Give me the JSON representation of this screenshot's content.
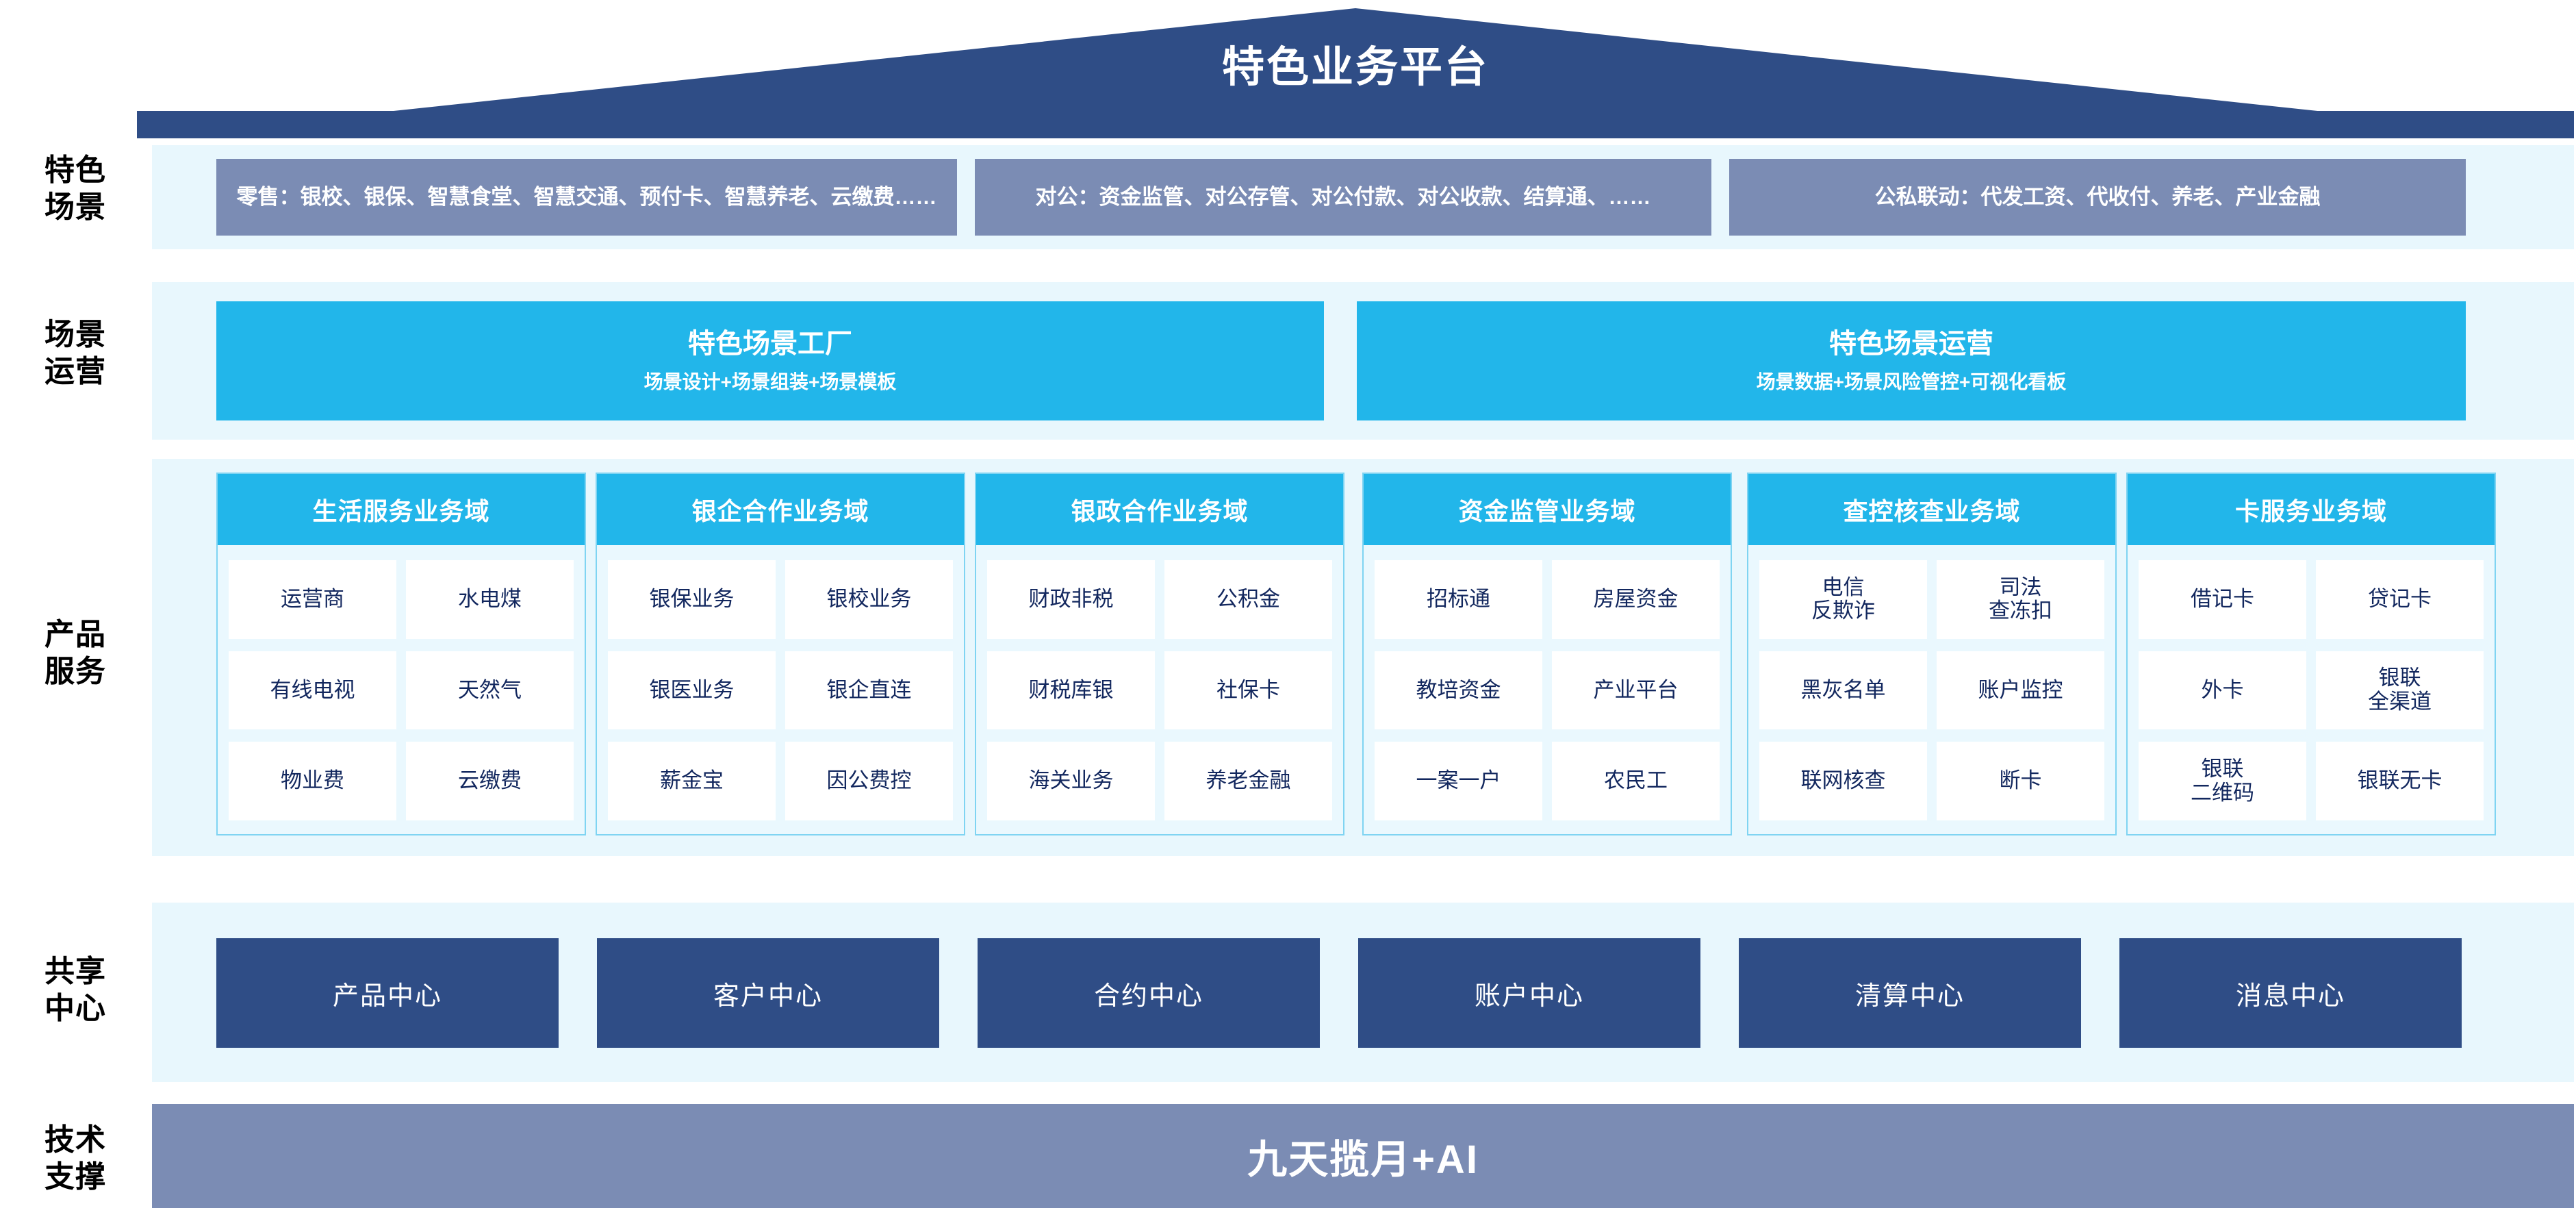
{
  "title": "特色业务平台",
  "row_labels": {
    "scenario": "特色\n场景",
    "operation": "场景\n运营",
    "product": "产品\n服务",
    "shared": "共享\n中心",
    "tech": "技术\n支撑"
  },
  "scenarios": [
    {
      "text": "零售：银校、银保、智慧食堂、智慧交通、预付卡、智慧养老、云缴费……"
    },
    {
      "text": "对公：资金监管、对公存管、对公付款、对公收款、结算通、……"
    },
    {
      "text": "公私联动：代发工资、代收付、养老、产业金融"
    }
  ],
  "operations": [
    {
      "title": "特色场景工厂",
      "subtitle": "场景设计+场景组装+场景模板"
    },
    {
      "title": "特色场景运营",
      "subtitle": "场景数据+场景风险管控+可视化看板"
    }
  ],
  "domains": [
    {
      "name": "生活服务业务域",
      "items": [
        "运营商",
        "水电煤",
        "有线电视",
        "天然气",
        "物业费",
        "云缴费"
      ]
    },
    {
      "name": "银企合作业务域",
      "items": [
        "银保业务",
        "银校业务",
        "银医业务",
        "银企直连",
        "薪金宝",
        "因公费控"
      ]
    },
    {
      "name": "银政合作业务域",
      "items": [
        "财政非税",
        "公积金",
        "财税库银",
        "社保卡",
        "海关业务",
        "养老金融"
      ]
    },
    {
      "name": "资金监管业务域",
      "items": [
        "招标通",
        "房屋资金",
        "教培资金",
        "产业平台",
        "一案一户",
        "农民工"
      ]
    },
    {
      "name": "查控核查业务域",
      "items": [
        "电信\n反欺诈",
        "司法\n查冻扣",
        "黑灰名单",
        "账户监控",
        "联网核查",
        "断卡"
      ]
    },
    {
      "name": "卡服务业务域",
      "items": [
        "借记卡",
        "贷记卡",
        "外卡",
        "银联\n全渠道",
        "银联\n二维码",
        "银联无卡"
      ]
    }
  ],
  "shared_centers": [
    "产品中心",
    "客户中心",
    "合约中心",
    "账户中心",
    "清算中心",
    "消息中心"
  ],
  "tech_support": {
    "label": "九天揽月+AI"
  },
  "colors": {
    "roof_navy": "#2f4d86",
    "band_light": "#e8f7fd",
    "scenario_slate": "#7b8cb4",
    "cyan": "#22b6ea",
    "card_border": "#7fd4f2",
    "card_bg": "#eaf8fe",
    "cell_text": "#12275e",
    "center_navy": "#2f4d86",
    "tech_slate": "#7b8cb4"
  }
}
